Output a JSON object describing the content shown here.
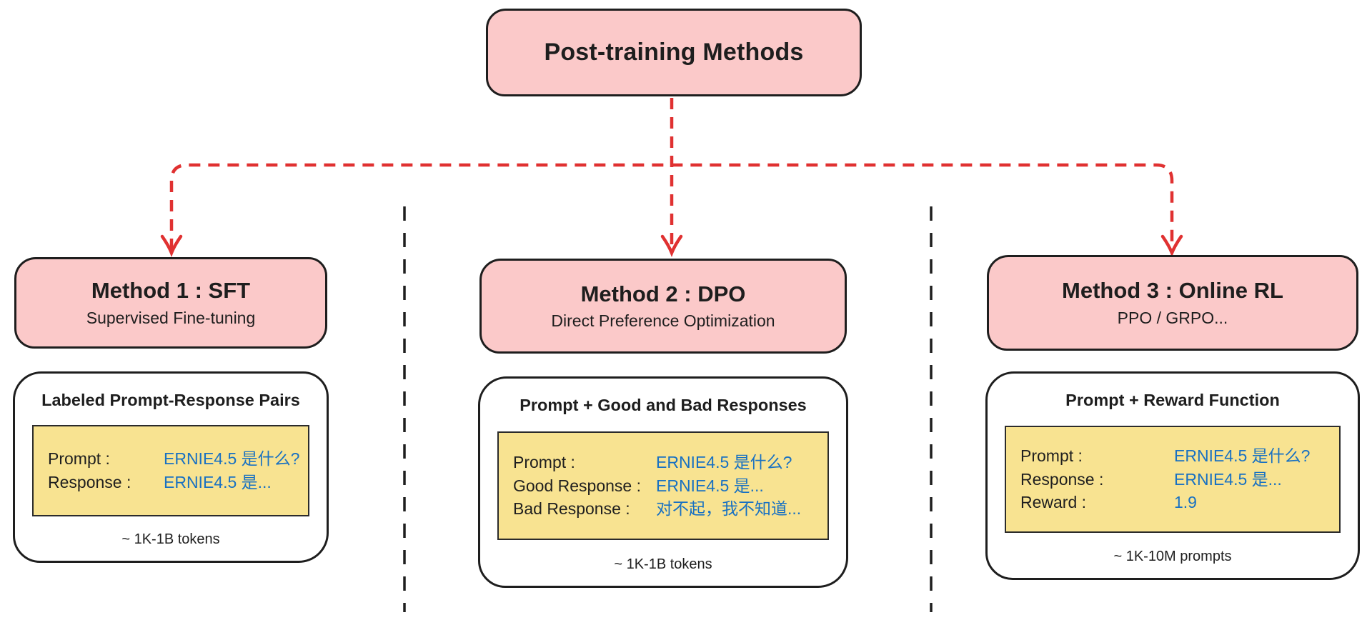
{
  "root": {
    "title": "Post-training Methods"
  },
  "columns": [
    {
      "method_title": "Method 1 : SFT",
      "method_subtitle": "Supervised Fine-tuning",
      "data_title": "Labeled Prompt-Response Pairs",
      "rows": [
        {
          "label": "Prompt :",
          "value": "ERNIE4.5 是什么?"
        },
        {
          "label": "Response :",
          "value": "ERNIE4.5 是..."
        }
      ],
      "scale_note": "~ 1K-1B tokens"
    },
    {
      "method_title": "Method 2 : DPO",
      "method_subtitle": "Direct Preference Optimization",
      "data_title": "Prompt + Good and Bad Responses",
      "rows": [
        {
          "label": "Prompt :",
          "value": "ERNIE4.5 是什么?"
        },
        {
          "label": "Good Response :",
          "value": "ERNIE4.5 是..."
        },
        {
          "label": "Bad Response :",
          "value": "对不起，我不知道..."
        }
      ],
      "scale_note": "~ 1K-1B tokens"
    },
    {
      "method_title": "Method 3 : Online RL",
      "method_subtitle": "PPO / GRPO...",
      "data_title": "Prompt + Reward Function",
      "rows": [
        {
          "label": "Prompt :",
          "value": "ERNIE4.5 是什么?"
        },
        {
          "label": "Response :",
          "value": "ERNIE4.5 是..."
        },
        {
          "label": "Reward :",
          "value": "1.9"
        }
      ],
      "scale_note": "~ 1K-10M prompts"
    }
  ],
  "colors": {
    "node_fill": "#fbc9c9",
    "node_border": "#1e1e1e",
    "example_fill": "#f8e391",
    "value_text": "#1971c2",
    "connector_red": "#e03131",
    "divider_black": "#1e1e1e",
    "background": "#ffffff"
  }
}
